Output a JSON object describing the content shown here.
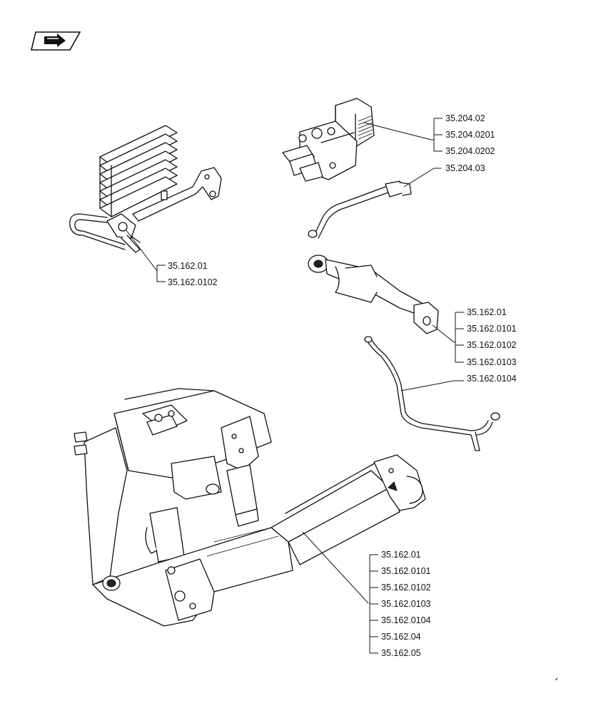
{
  "nav": {
    "icon": "navigation-arrow-icon"
  },
  "groups": [
    {
      "id": "oil-cooler",
      "refs": [
        "35.162.01",
        "35.162.0102"
      ]
    },
    {
      "id": "control-valve",
      "refs": [
        "35.204.02",
        "35.204.0201",
        "35.204.0202"
      ]
    },
    {
      "id": "valve-pipe",
      "refs": [
        "35.204.03"
      ]
    },
    {
      "id": "top-link",
      "refs": [
        "35.162.01",
        "35.162.0101",
        "35.162.0102",
        "35.162.0103"
      ]
    },
    {
      "id": "hydraulic-pipe",
      "refs": [
        "35.162.0104"
      ]
    },
    {
      "id": "front-hitch",
      "refs": [
        "35.162.01",
        "35.162.0101",
        "35.162.0102",
        "35.162.0103",
        "35.162.0104",
        "35.162.04",
        "35.162.05"
      ]
    }
  ]
}
